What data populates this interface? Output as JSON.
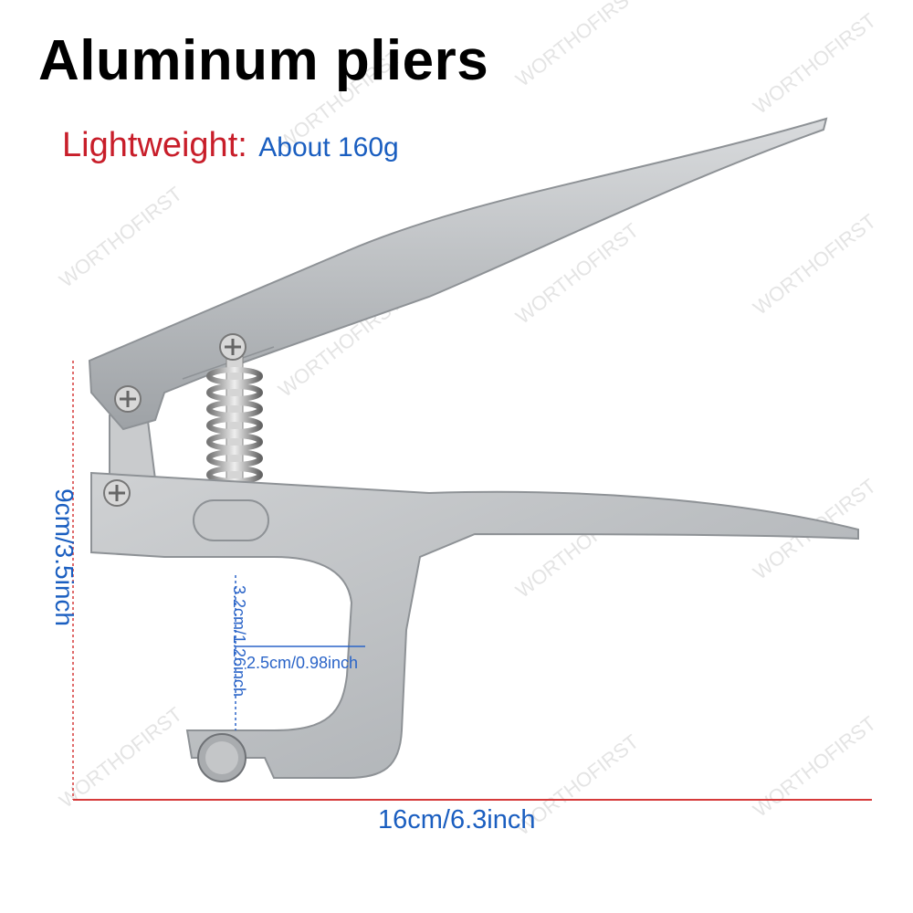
{
  "title": "Aluminum pliers",
  "feature": {
    "label": "Lightweight:",
    "value": "About 160g"
  },
  "dimensions": {
    "width": "16cm/6.3inch",
    "height": "9cm/3.5inch",
    "gap": "2.5cm/0.98inch",
    "depth": "3.2cm/1.26inch"
  },
  "watermark": "WORTHOFIRST",
  "colors": {
    "label_red": "#c81e2a",
    "dimension_blue": "#1a5ec0",
    "tool_silver": "#b9bcbf"
  }
}
